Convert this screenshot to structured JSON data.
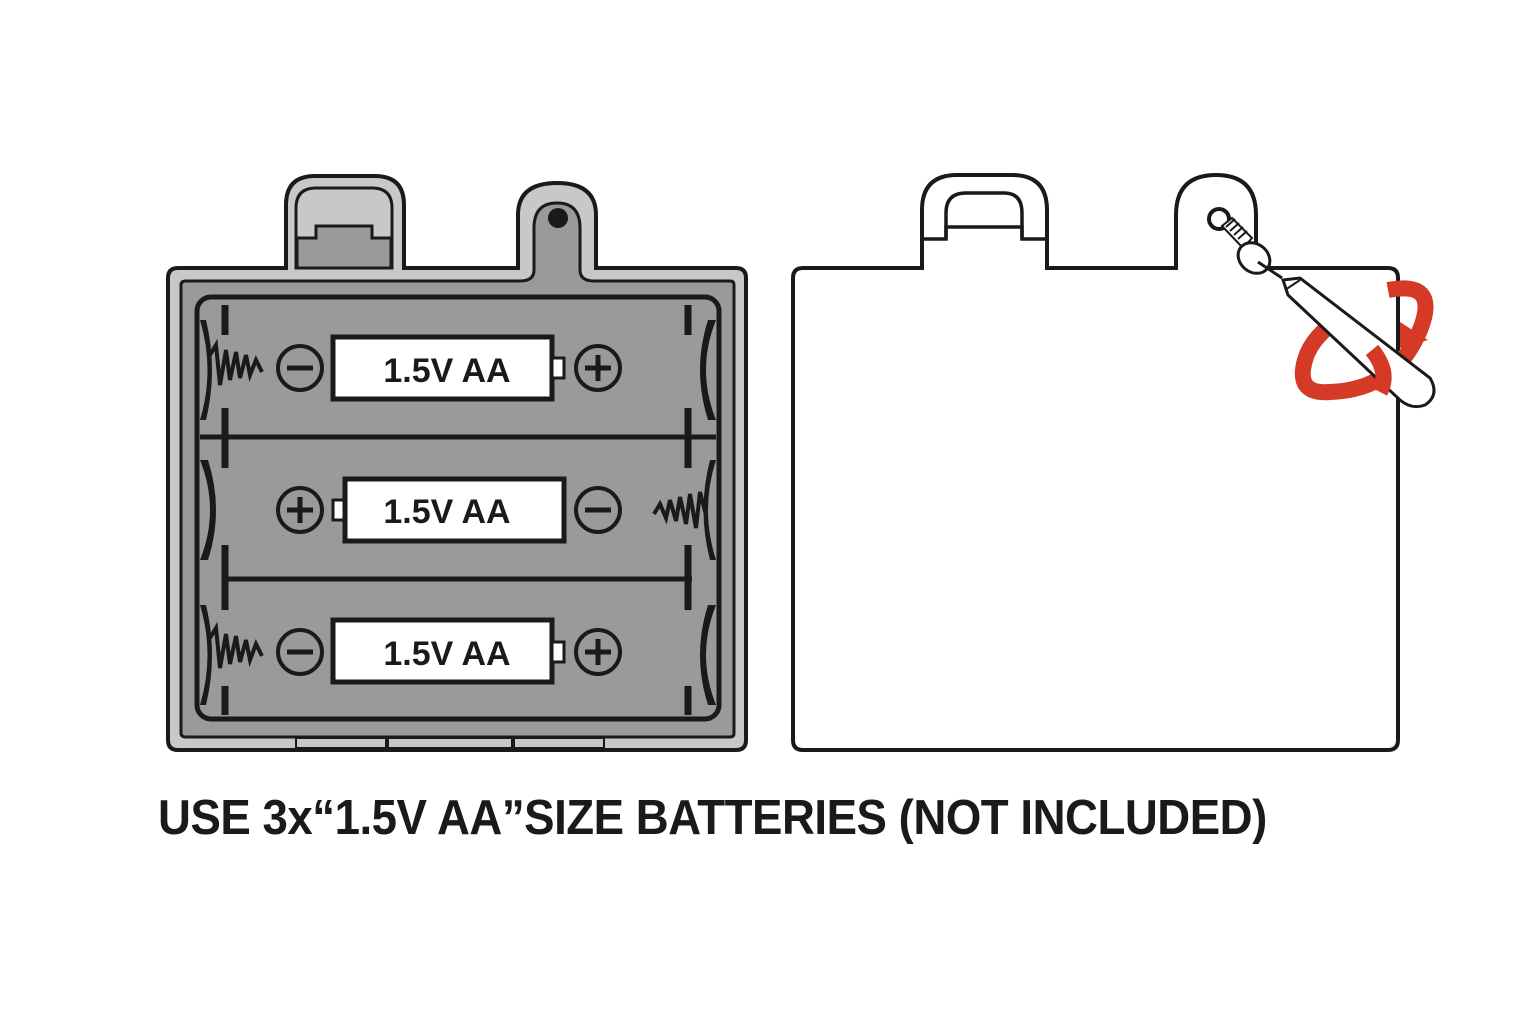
{
  "diagram": {
    "title": "Battery compartment installation diagram",
    "left_panel": {
      "name": "open battery compartment",
      "slots": [
        {
          "label": "1.5V AA",
          "left_terminal": "−",
          "right_terminal": "+",
          "spring_side": "left"
        },
        {
          "label": "1.5V AA",
          "left_terminal": "+",
          "right_terminal": "−",
          "spring_side": "right"
        },
        {
          "label": "1.5V AA",
          "left_terminal": "−",
          "right_terminal": "+",
          "spring_side": "left"
        }
      ]
    },
    "right_panel": {
      "name": "battery cover closed with screw",
      "action_icon": "screwdriver-rotate-icon"
    },
    "caption": "USE 3x“1.5V AA”SIZE BATTERIES (NOT INCLUDED)"
  },
  "colors": {
    "outline": "#1a1a1a",
    "case_outer": "#c8c8c8",
    "case_inner": "#9a9a9a",
    "label_bg": "#ffffff",
    "rotation_arrow": "#d43a25"
  }
}
